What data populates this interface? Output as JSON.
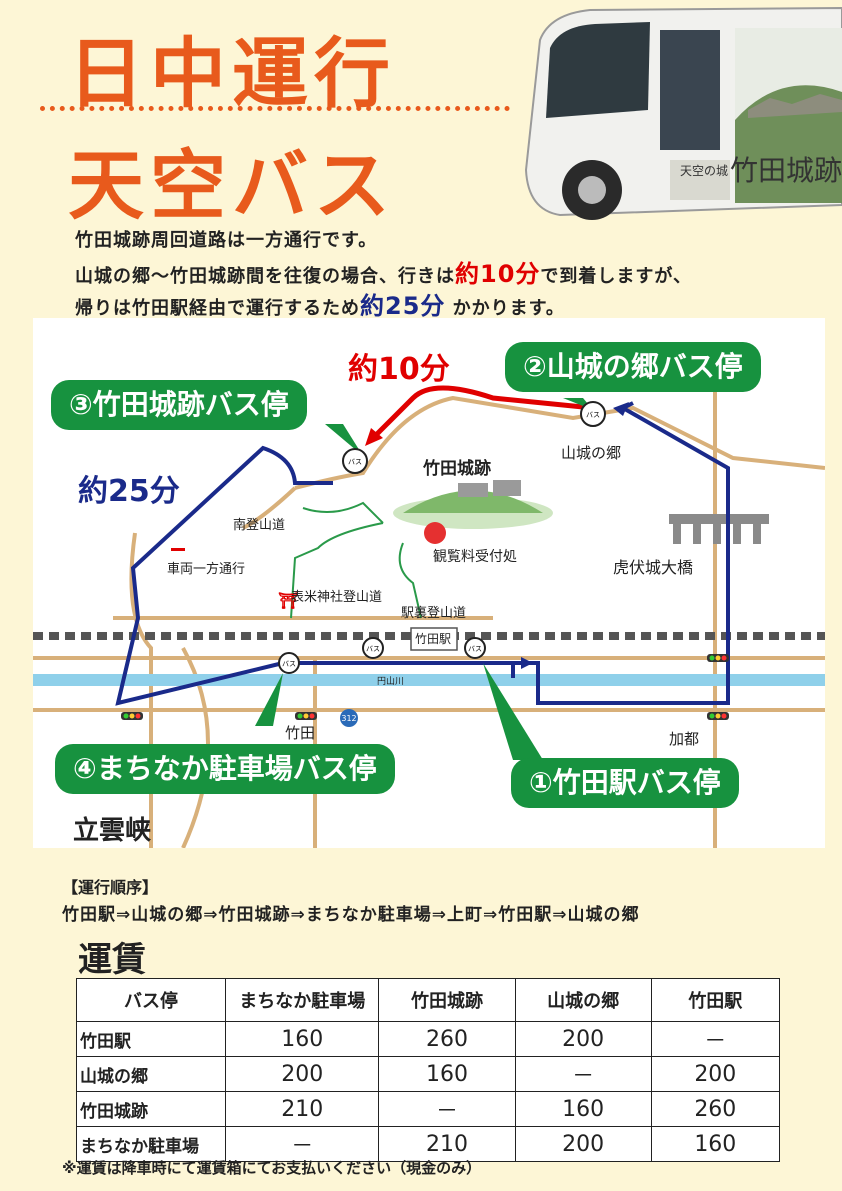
{
  "header": {
    "title_line1": "日中運行",
    "title_line2": "天空バス"
  },
  "intro": {
    "line1": "竹田城跡周回道路は一方通行です。",
    "line2_a": "山城の郷～竹田城跡間を往復の場合、行きは",
    "line2_red": "約10分",
    "line2_b": "で到着しますが、",
    "line3_a": "帰りは竹田駅経由で運行するため",
    "line3_blue": "約25分",
    "line3_b": " かかります。"
  },
  "map": {
    "time_red": "約10分",
    "time_blue": "約25分",
    "stops": {
      "stop1": "①竹田駅バス停",
      "stop2": "②山城の郷バス停",
      "stop3": "③竹田城跡バス停",
      "stop4": "④まちなか駐車場バス停"
    },
    "labels": {
      "castle": "竹田城跡",
      "yamashiro": "山城の郷",
      "ticket": "観覧料受付処",
      "bridge": "虎伏城大橋",
      "south_trail": "南登山道",
      "one_way": "車両一方通行",
      "shrine_trail": "表米神社登山道",
      "station_trail": "駅裏登山道",
      "station": "竹田駅",
      "river": "円山川",
      "takeda": "竹田",
      "kato": "加都",
      "ritsuunkyo": "立雲峡",
      "route": "312",
      "bus_mark": "バス"
    }
  },
  "order": {
    "heading": "【運行順序】",
    "line": "竹田駅⇒山城の郷⇒竹田城跡⇒まちなか駐車場⇒上町⇒竹田駅⇒山城の郷"
  },
  "fare": {
    "title": "運賃",
    "headers": [
      "バス停",
      "まちなか駐車場",
      "竹田城跡",
      "山城の郷",
      "竹田駅"
    ],
    "rows": [
      [
        "竹田駅",
        "160",
        "260",
        "200",
        "－"
      ],
      [
        "山城の郷",
        "200",
        "160",
        "－",
        "200"
      ],
      [
        "竹田城跡",
        "210",
        "－",
        "160",
        "260"
      ],
      [
        "まちなか駐車場",
        "－",
        "210",
        "200",
        "160"
      ]
    ],
    "note": "※運賃は降車時にて運賃箱にてお支払いください（現金のみ）"
  },
  "bus_photo": {
    "text_main": "竹田城跡",
    "text_sub": "天空の城"
  },
  "colors": {
    "title_orange": "#e85a1c",
    "stop_green": "#17923f",
    "route_red": "#e00000",
    "route_blue": "#1a2a8a",
    "road_tan": "#d8b07a",
    "river_blue": "#8fd0ea"
  }
}
